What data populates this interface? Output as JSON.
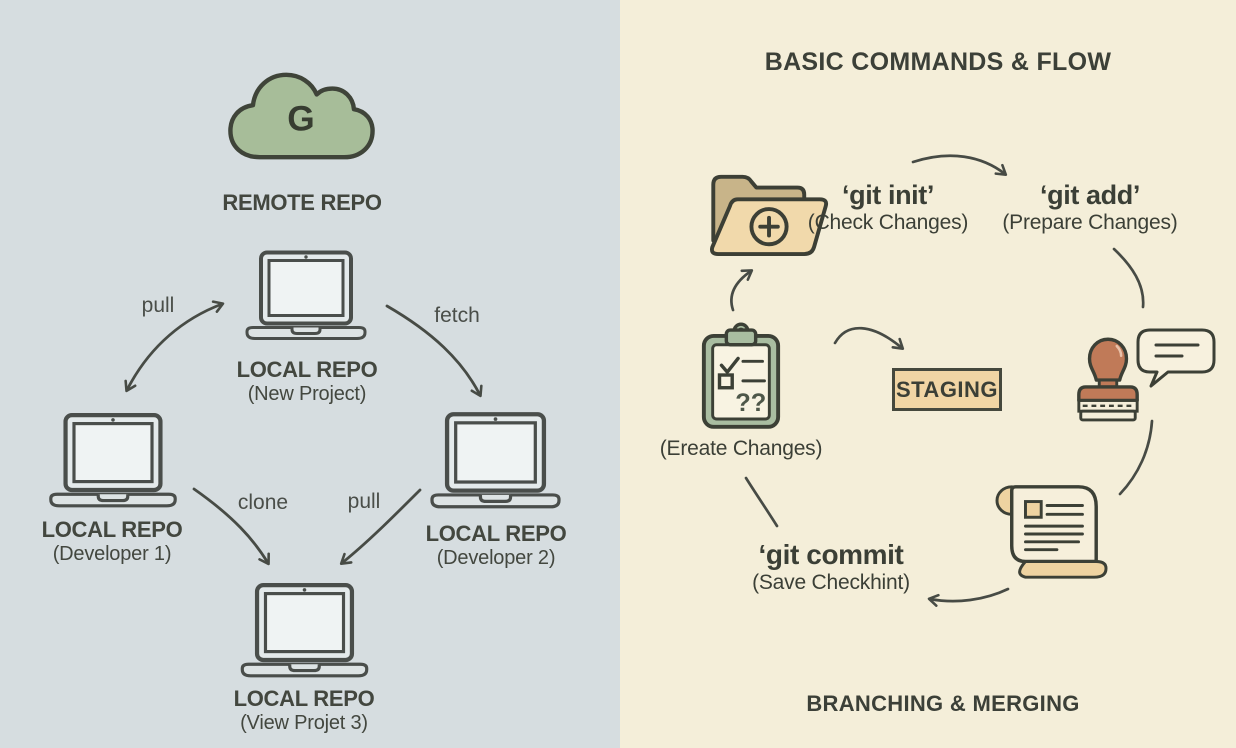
{
  "colors": {
    "left_background": "#d6dde0",
    "right_background": "#f4eed9",
    "ink": "#43473f",
    "cloud_green": "#a7bd99",
    "folder_front_tan": "#f1d9ab",
    "folder_back_tan": "#c8b489",
    "staging_fill": "#f1d5a4",
    "clipboard_sage": "#a9bda1",
    "paper_cream": "#f8f3e2",
    "stamp_terracotta": "#c07a58",
    "scroll_roll_tan": "#eed3a1"
  },
  "left_panel": {
    "remote_repo": {
      "icon_letter": "G",
      "label": "REMOTE REPO"
    },
    "nodes": [
      {
        "id": "top",
        "title": "LOCAL REPO",
        "subtitle": "(New Project)"
      },
      {
        "id": "left",
        "title": "LOCAL REPO",
        "subtitle": "(Developer 1)"
      },
      {
        "id": "right",
        "title": "LOCAL REPO",
        "subtitle": "(Developer 2)"
      },
      {
        "id": "bottom",
        "title": "LOCAL REPO",
        "subtitle": "(View Projet 3)"
      }
    ],
    "edge_labels": {
      "pull_top": "pull",
      "fetch": "fetch",
      "clone": "clone",
      "pull_bottom": "pull"
    }
  },
  "right_panel": {
    "title": "BASIC COMMANDS & FLOW",
    "git_init": {
      "command": "‘git init’",
      "note": "(Check Changes)"
    },
    "git_add": {
      "command": "‘git add’",
      "note": "(Prepare Changes)"
    },
    "create_changes_note": "(Ereate Changes)",
    "clipboard_marks": "??",
    "staging_label": "STAGING",
    "git_commit": {
      "command": "‘git commit",
      "note": "(Save Checkhint)"
    },
    "footer": "BRANCHING & MERGING"
  }
}
